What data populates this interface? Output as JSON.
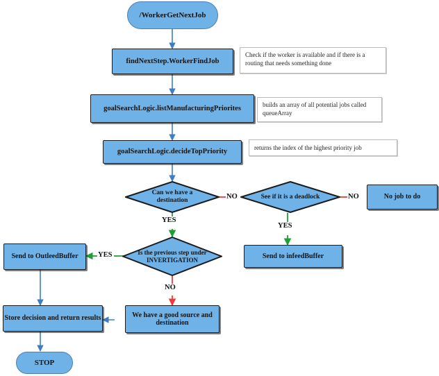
{
  "diagram": {
    "title": "/WorkerGetNextJob",
    "type": "flowchart",
    "colors": {
      "node_fill": "#6FB2E8",
      "node_stroke": "#1b1b1b",
      "flow_blue": "#3C7DC4",
      "yes_green": "#1E9E35",
      "no_red": "#EE3A3A",
      "note_border": "#b9b9b9",
      "background": "#ffffff"
    },
    "nodes": [
      {
        "id": "start",
        "shape": "terminator",
        "label": "/WorkerGetNextJob"
      },
      {
        "id": "find",
        "shape": "process",
        "label": "findNextStep.WorkerFindJob"
      },
      {
        "id": "list",
        "shape": "process",
        "label": "goalSearchLogic.listManufacturingPriorites"
      },
      {
        "id": "decide",
        "shape": "process",
        "label": "goalSearchLogic.decideTopPriority"
      },
      {
        "id": "dest",
        "shape": "decision",
        "label": "Can we have a destination"
      },
      {
        "id": "deadlock",
        "shape": "decision",
        "label": "See if it is a deadlock"
      },
      {
        "id": "nojob",
        "shape": "process",
        "label": "No job to do"
      },
      {
        "id": "invest",
        "shape": "decision",
        "label": "Is the previous step under INVERTIGATION"
      },
      {
        "id": "infeed",
        "shape": "process",
        "label": "Send to infeedBuffer"
      },
      {
        "id": "outfeed",
        "shape": "process",
        "label": "Send to OutleedBuffer"
      },
      {
        "id": "goodsrc",
        "shape": "process",
        "label": "We have a good source and destination"
      },
      {
        "id": "store",
        "shape": "process",
        "label": "Store decision and return results"
      },
      {
        "id": "stop",
        "shape": "terminator",
        "label": "STOP"
      }
    ],
    "notes": [
      {
        "id": "note1",
        "text": "Check if the worker is available and if there is a routing that needs something done"
      },
      {
        "id": "note2",
        "text": "builds an array of all potential jobs called queueArray"
      },
      {
        "id": "note3",
        "text": "returns the index of the highest priority job"
      }
    ],
    "edge_labels": {
      "dest_no": "NO",
      "dest_yes": "YES",
      "deadlock_no": "NO",
      "deadlock_yes": "YES",
      "invest_yes": "YES",
      "invest_no": "NO"
    }
  }
}
